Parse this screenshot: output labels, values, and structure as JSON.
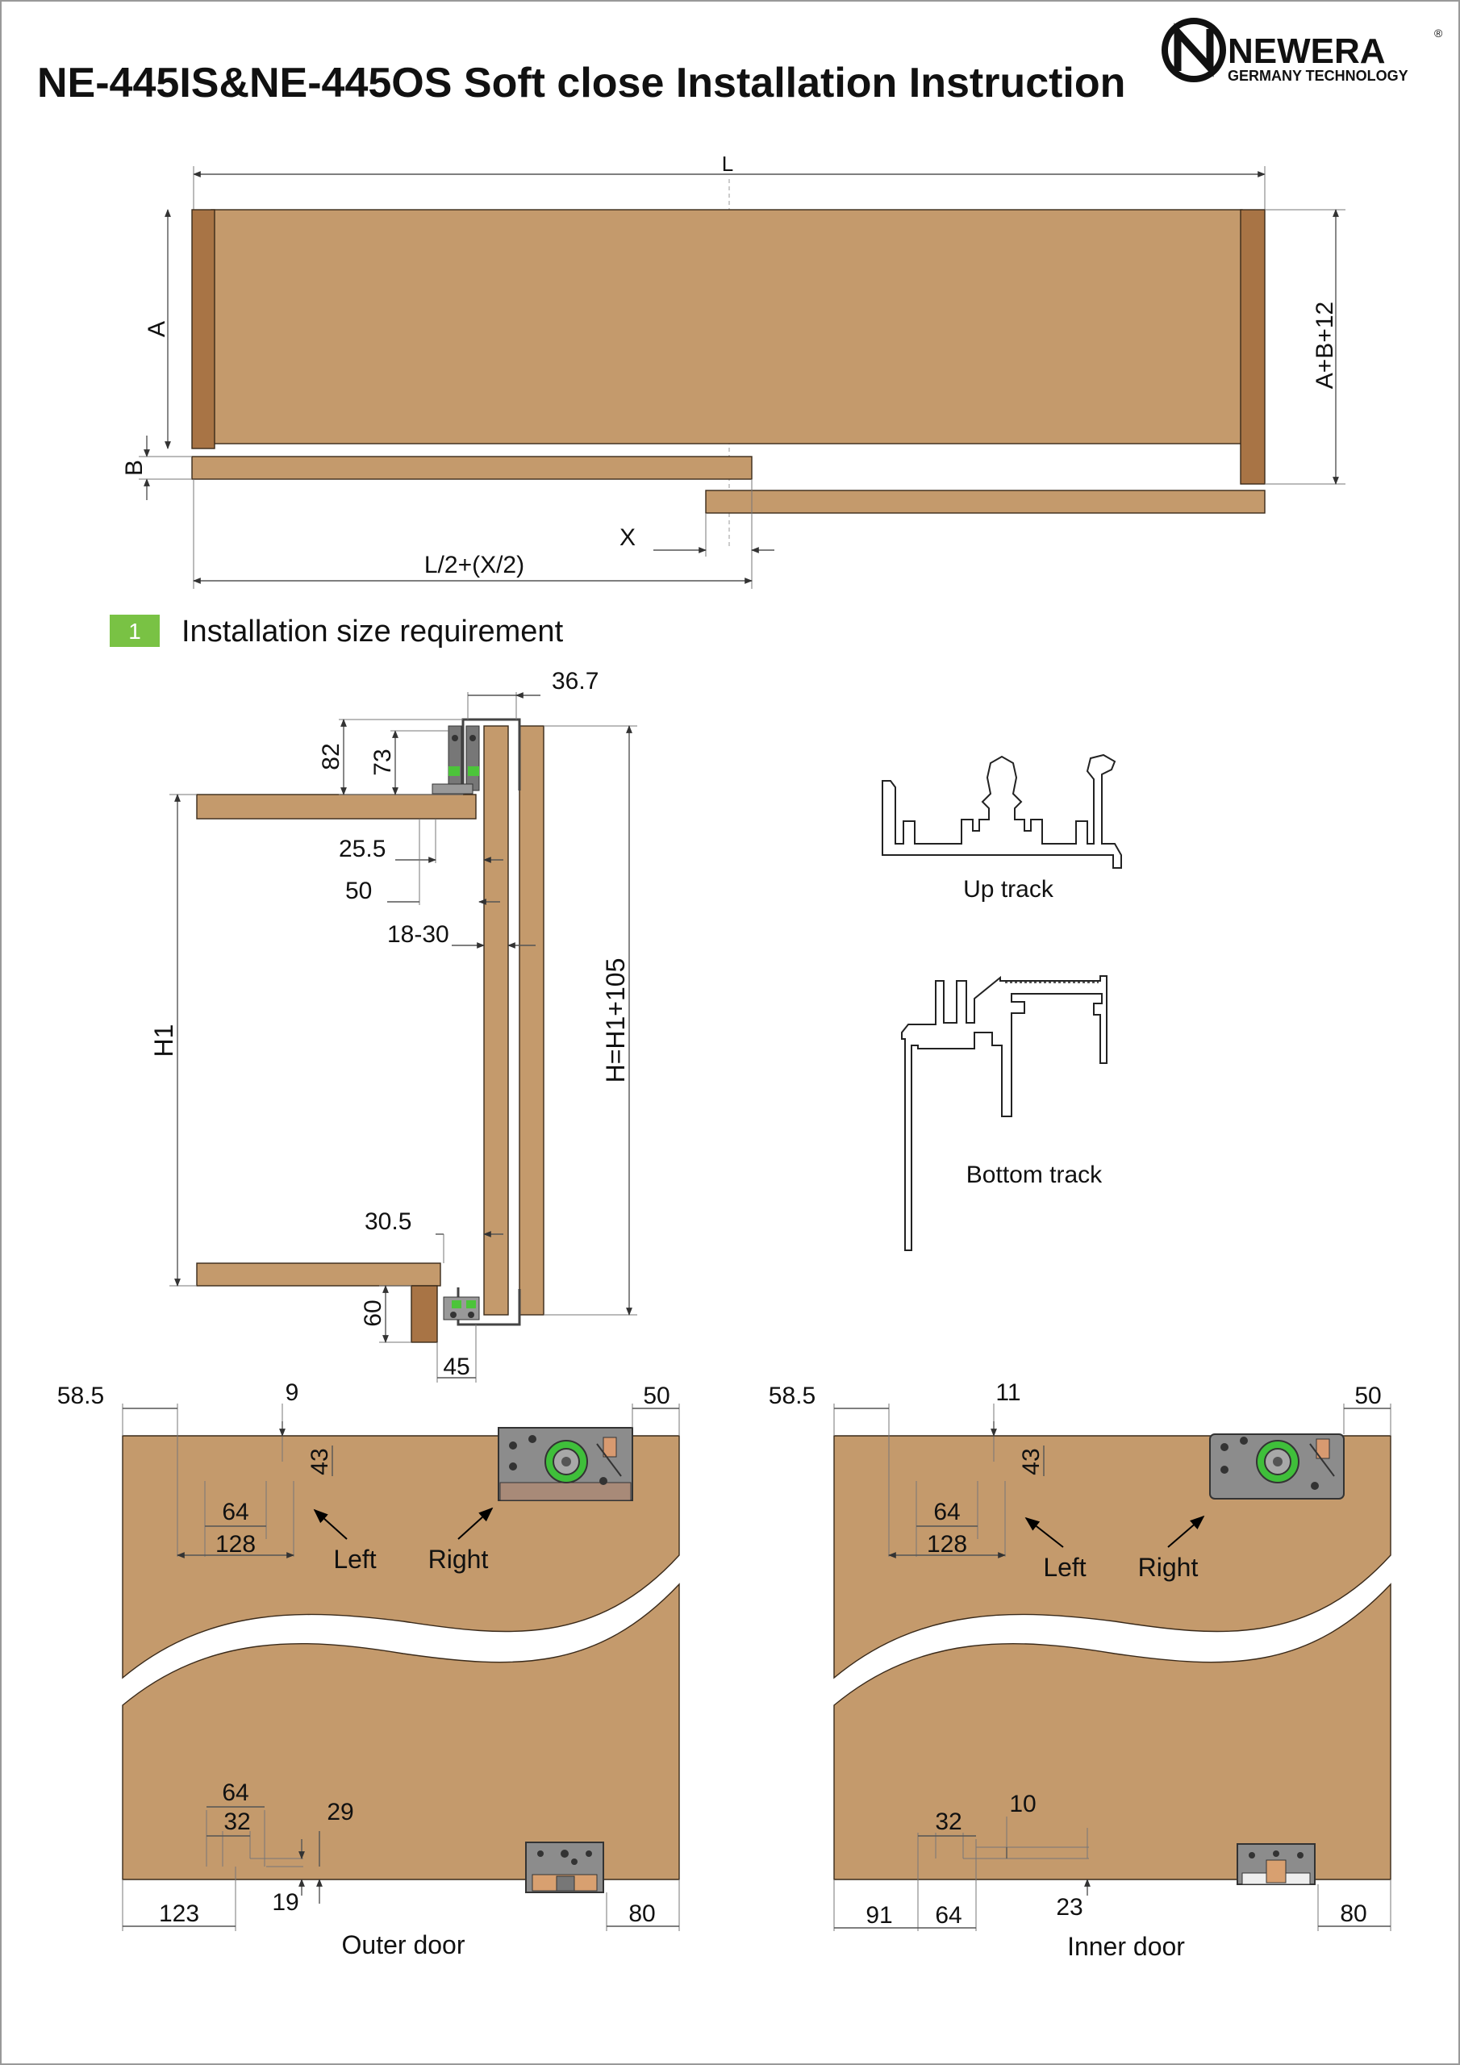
{
  "title": "NE-445IS&NE-445OS Soft close Installation Instruction",
  "logo": {
    "brand": "NEWERA",
    "sub": "GERMANY TECHNOLOGY",
    "reg": "®"
  },
  "colors": {
    "wood": "#c49a6c",
    "wood_dark": "#a87445",
    "step_badge": "#79c244",
    "roller_green": "#4cc43a"
  },
  "step1": {
    "number": "1",
    "label": "Installation size requirement"
  },
  "top_view": {
    "L": "L",
    "A": "A",
    "B": "B",
    "ABplus": "A+B+12",
    "X": "X",
    "half": "L/2+(X/2)"
  },
  "section_view": {
    "d367": "36.7",
    "d82": "82",
    "d73": "73",
    "d255": "25.5",
    "d50": "50",
    "d1830": "18-30",
    "h1": "H1",
    "h": "H=H1+105",
    "d305": "30.5",
    "d60": "60",
    "d45": "45"
  },
  "tracks": {
    "up": "Up track",
    "bottom": "Bottom track"
  },
  "outer_door": {
    "caption": "Outer door",
    "d585": "58.5",
    "d9": "9",
    "d50": "50",
    "d43": "43",
    "d64": "64",
    "d128": "128",
    "left": "Left",
    "right": "Right",
    "b64": "64",
    "b32": "32",
    "d29": "29",
    "d19": "19",
    "d123": "123",
    "d80": "80"
  },
  "inner_door": {
    "caption": "Inner door",
    "d585": "58.5",
    "d11": "11",
    "d50": "50",
    "d43": "43",
    "d64": "64",
    "d128": "128",
    "left": "Left",
    "right": "Right",
    "b32": "32",
    "d10": "10",
    "d23": "23",
    "d91": "91",
    "b64": "64",
    "d80": "80"
  }
}
